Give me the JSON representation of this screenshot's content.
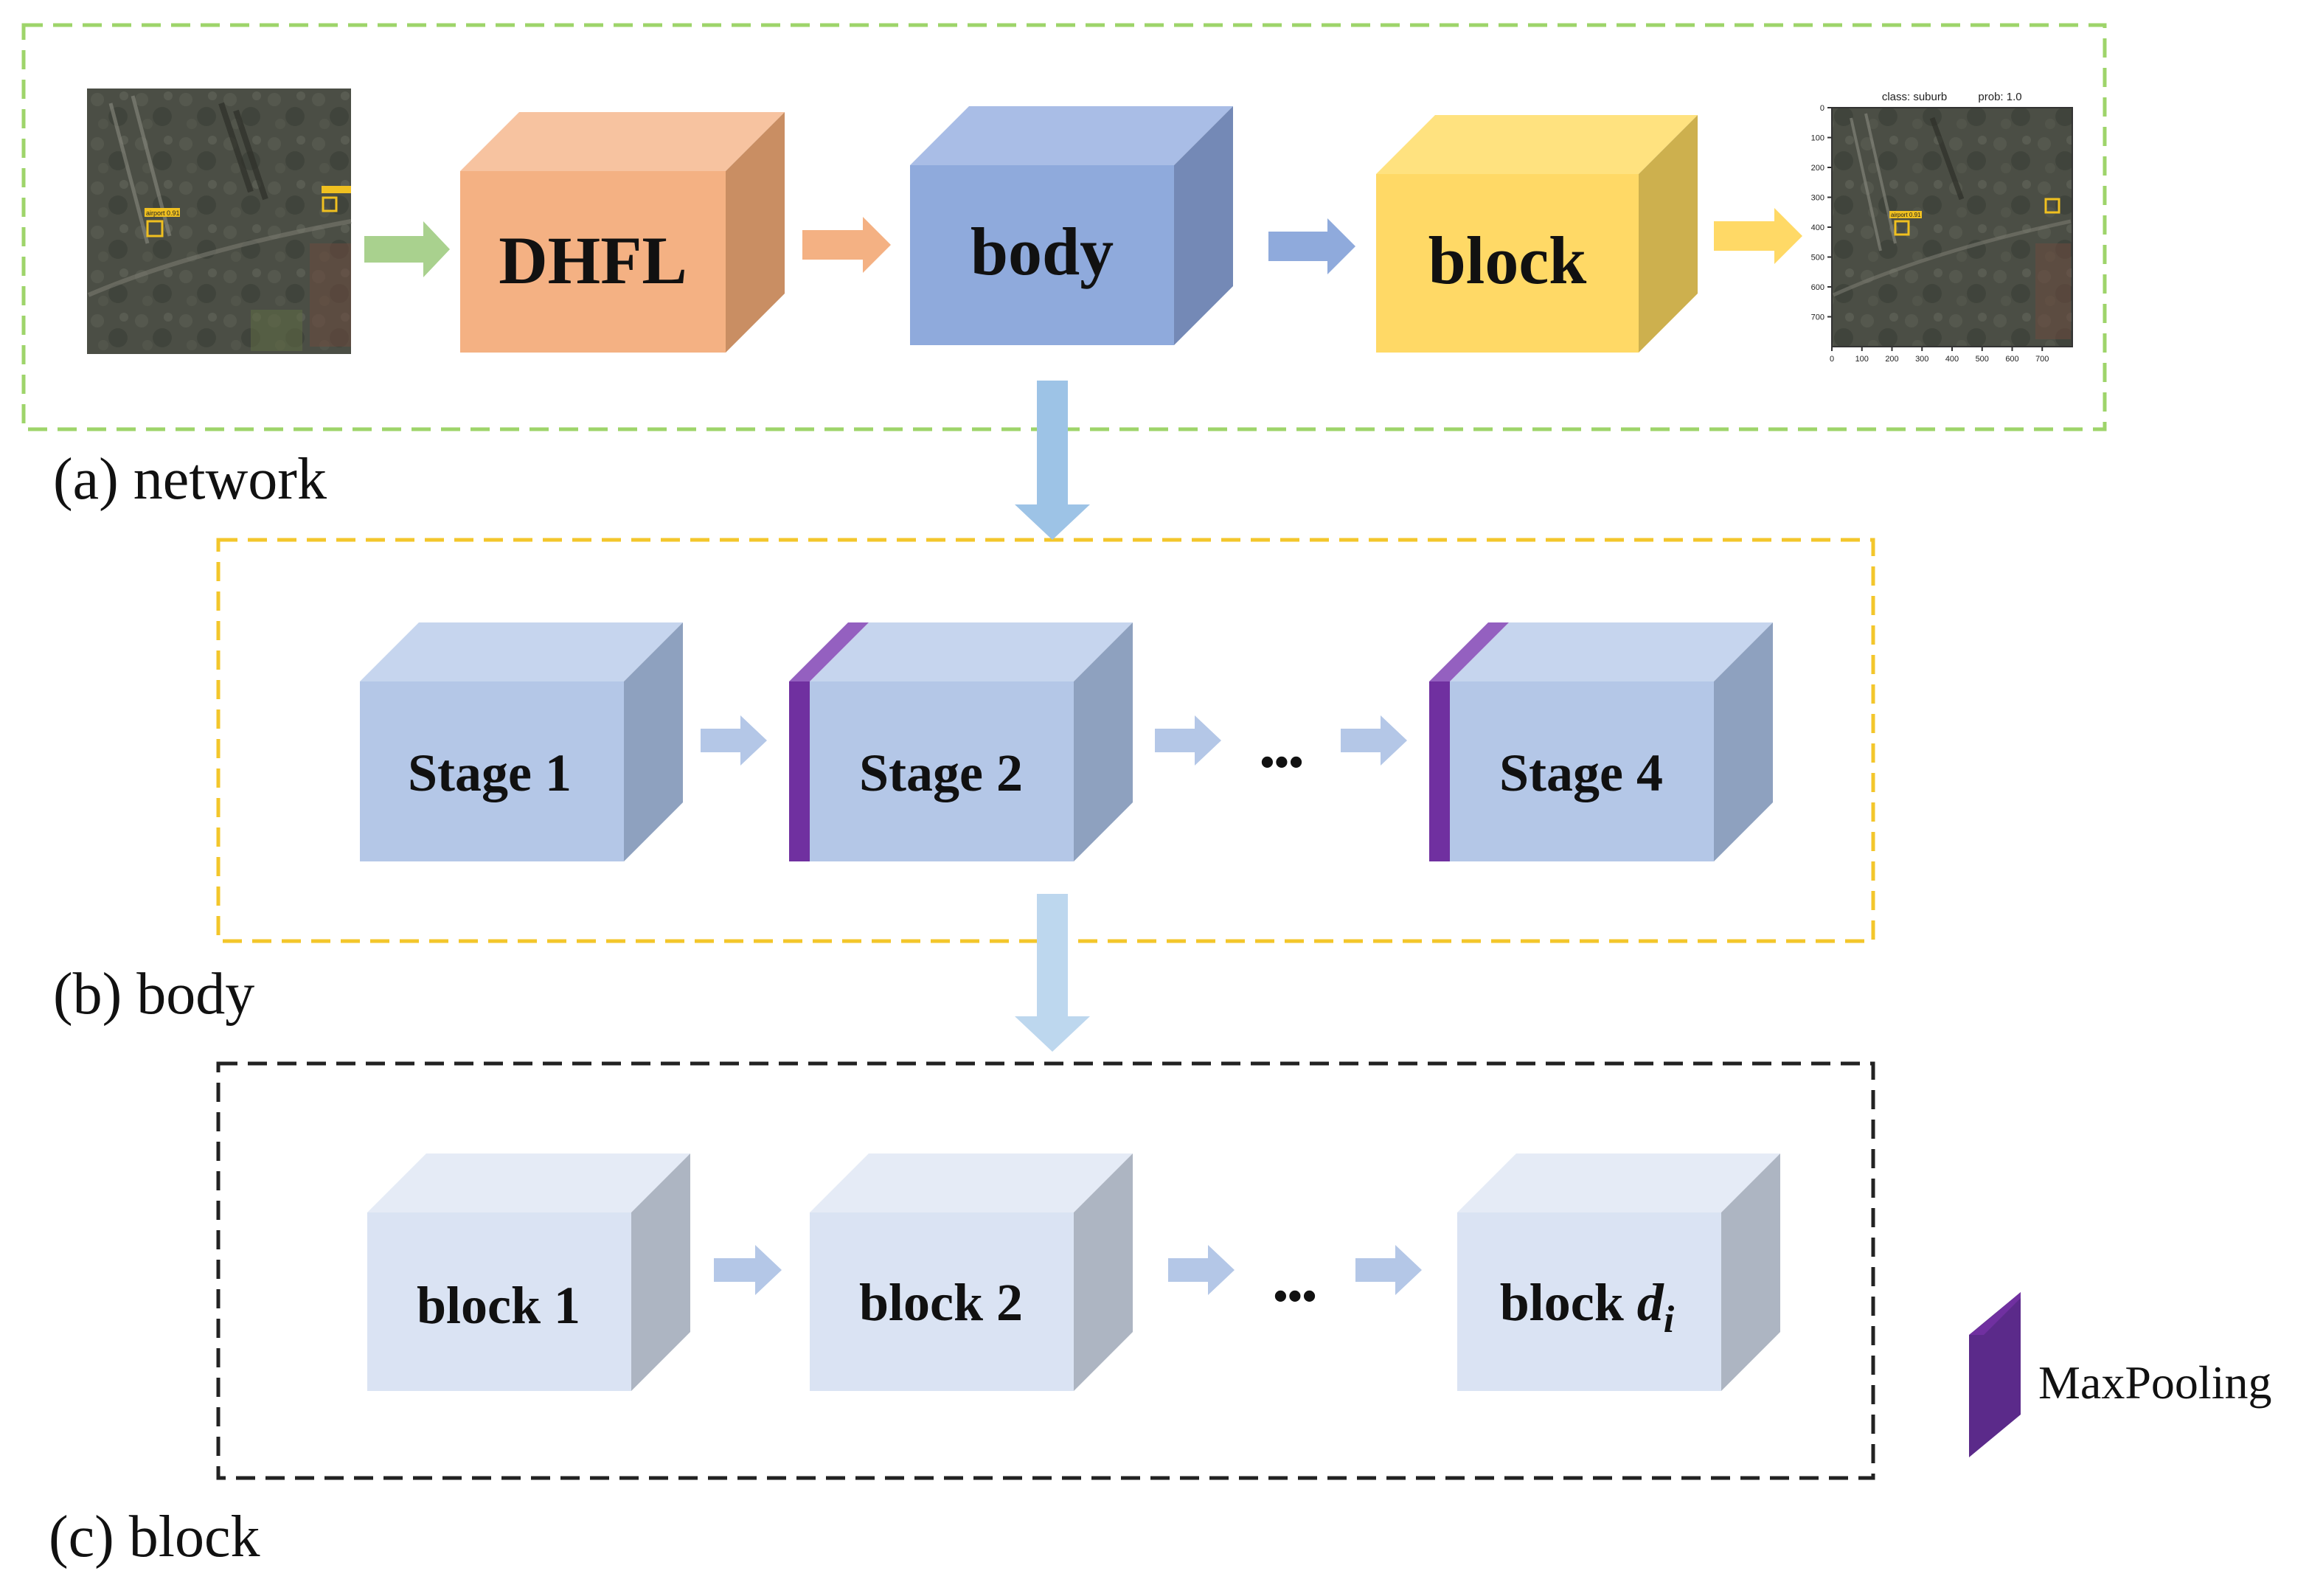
{
  "panels": {
    "network": {
      "label": "(a) network",
      "boxes": [
        "DHFL",
        "body",
        "block"
      ],
      "output_plot": {
        "title_class": "class: suburb",
        "title_prob": "prob: 1.0",
        "y_ticks": [
          "0",
          "100",
          "200",
          "300",
          "400",
          "500",
          "600",
          "700"
        ],
        "x_ticks": [
          "0",
          "100",
          "200",
          "300",
          "400",
          "500",
          "600",
          "700"
        ],
        "detection_tag": "airport 0.91"
      },
      "input_detection_tag": "airport 0.91"
    },
    "body": {
      "label": "(b) body",
      "stages": [
        "Stage 1",
        "Stage 2",
        "Stage 4"
      ],
      "ellipsis": "•••"
    },
    "block": {
      "label": "(c) block",
      "blocks": [
        "block 1",
        "block 2"
      ],
      "last_block_prefix": "block ",
      "last_block_var": "d",
      "last_block_sub": "i",
      "ellipsis": "•••"
    }
  },
  "legend": {
    "label": "MaxPooling"
  },
  "colors": {
    "network_border": "#9ed46a",
    "body_border": "#f3c62b",
    "block_border": "#222222",
    "dhfl": "#f4b183",
    "body_box": "#8faadc",
    "block_box": "#ffd966",
    "stage_box": "#b4c7e7",
    "block_unit": "#dae3f3",
    "maxpool": "#7030a0",
    "arrow_green": "#a9d18e",
    "arrow_orange": "#f4b183",
    "arrow_blue": "#8faadc",
    "arrow_yellow": "#ffd966",
    "arrow_light": "#b4c7e7",
    "arrow_big": "#9dc3e6"
  }
}
